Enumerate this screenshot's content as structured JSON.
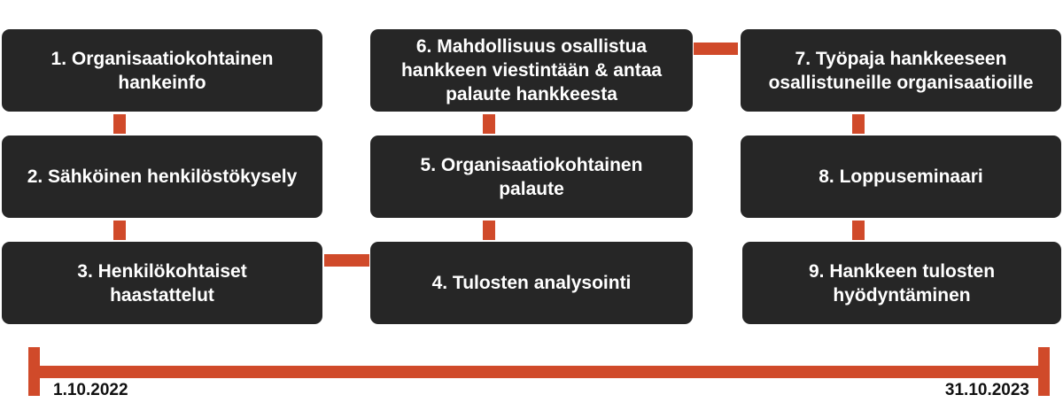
{
  "colors": {
    "box": "#262626",
    "accent": "#d04a2a",
    "text": "#ffffff"
  },
  "steps": [
    {
      "label": "1. Organisaatiokohtainen hankeinfo"
    },
    {
      "label": "2. Sähköinen henkilöstökysely"
    },
    {
      "label": "3. Henkilökohtaiset haastattelut"
    },
    {
      "label": "4. Tulosten analysointi"
    },
    {
      "label": "5. Organisaatiokohtainen palaute"
    },
    {
      "label": "6. Mahdollisuus osallistua hankkeen viestintään & antaa palaute hankkeesta"
    },
    {
      "label": "7. Työpaja hankkeeseen osallistuneille organisaatioille"
    },
    {
      "label": "8. Loppuseminaari"
    },
    {
      "label": "9. Hankkeen tulosten hyödyntäminen"
    }
  ],
  "timeline": {
    "start": "1.10.2022",
    "end": "31.10.2023"
  }
}
